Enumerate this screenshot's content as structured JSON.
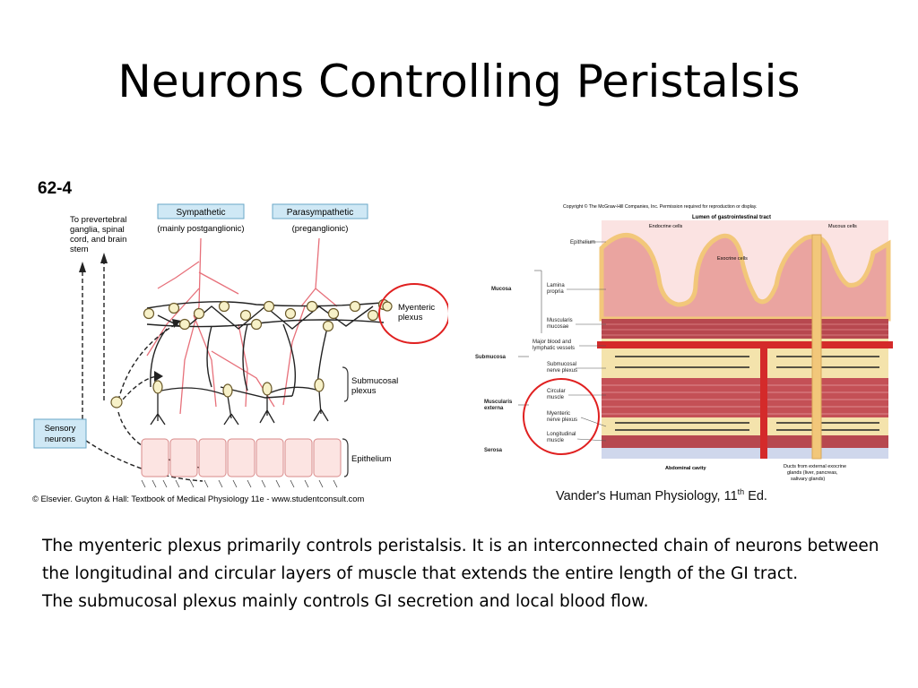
{
  "slide": {
    "title": "Neurons Controlling Peristalsis"
  },
  "left_figure": {
    "figure_number": "62-4",
    "label_prevertebral": [
      "To prevertebral",
      "ganglia, spinal",
      "cord, and brain",
      "stem"
    ],
    "sympathetic": "Sympathetic",
    "sympathetic_sub": "(mainly postganglionic)",
    "parasympathetic": "Parasympathetic",
    "parasympathetic_sub": "(preganglionic)",
    "myenteric": [
      "Myenteric",
      "plexus"
    ],
    "submucosal": [
      "Submucosal",
      "plexus"
    ],
    "sensory": [
      "Sensory",
      "neurons"
    ],
    "epithelium": "Epithelium",
    "credit": "© Elsevier. Guyton & Hall: Textbook of Medical Physiology 11e - www.studentconsult.com"
  },
  "right_figure": {
    "copyright": "Copyright © The McGraw-Hill Companies, Inc. Permission required for reproduction or display.",
    "lumen": "Lumen of gastrointestinal tract",
    "endocrine": "Endocrine cells",
    "mucous": "Mucous cells",
    "exocrine": "Exocrine cells",
    "epithelium": "Epithelium",
    "mucosa": "Mucosa",
    "lamina": [
      "Lamina",
      "propria"
    ],
    "muscularis_mucosae": [
      "Muscularis",
      "mucosae"
    ],
    "vessels": [
      "Major blood and",
      "lymphatic vessels"
    ],
    "submucosa": "Submucosa",
    "submucosal_plexus": [
      "Submucosal",
      "nerve plexus"
    ],
    "muscularis_externa": [
      "Muscularis",
      "externa"
    ],
    "circular": [
      "Circular",
      "muscle"
    ],
    "myenteric_plexus": [
      "Myenteric",
      "nerve plexus"
    ],
    "longitudinal": [
      "Longitudinal",
      "muscle"
    ],
    "serosa": "Serosa",
    "abdominal": "Abdominal cavity",
    "ducts": [
      "Ducts from external exocrine",
      "glands (liver, pancreas,",
      "salivary glands)"
    ],
    "caption": "Vander's Human Physiology, 11",
    "caption_sup": "th",
    "caption_end": " Ed."
  },
  "body": {
    "paragraph1": "The myenteric plexus primarily controls peristalsis.  It is an interconnected chain of neurons between the longitudinal and circular layers of muscle that extends the entire length of the GI tract.",
    "paragraph2": "The submucosal plexus mainly controls GI secretion and local blood flow."
  }
}
